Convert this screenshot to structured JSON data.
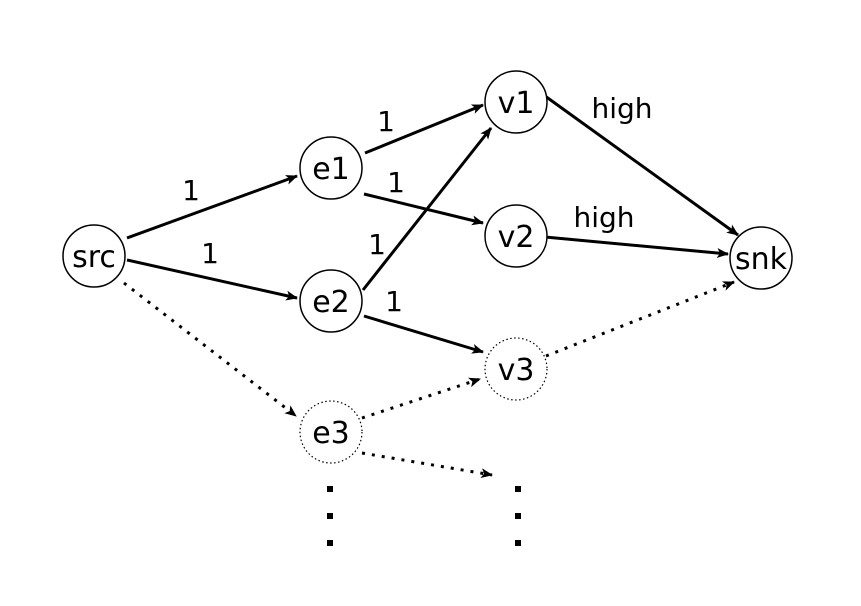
{
  "nodes": {
    "src": "src",
    "e1": "e1",
    "e2": "e2",
    "e3": "e3",
    "v1": "v1",
    "v2": "v2",
    "v3": "v3",
    "snk": "snk"
  },
  "edges": {
    "src_e1": "1",
    "src_e2": "1",
    "e1_v1": "1",
    "e1_v2": "1",
    "e2_v1": "1",
    "e2_v3": "1",
    "v1_snk": "high",
    "v2_snk": "high"
  },
  "colors": {
    "stroke": "#000000",
    "background": "#ffffff"
  }
}
